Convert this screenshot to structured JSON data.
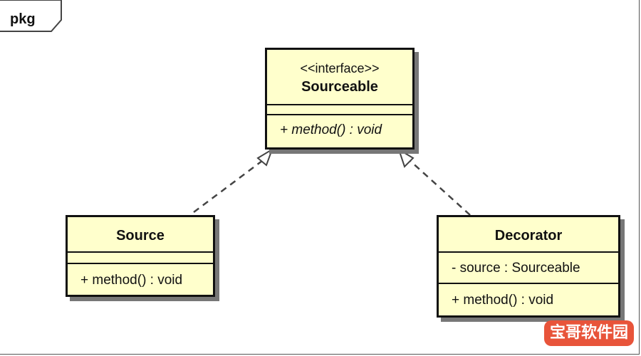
{
  "frame": {
    "label": "pkg"
  },
  "classes": {
    "sourceable": {
      "stereotype": "<<interface>>",
      "name": "Sourceable",
      "operation": "+ method() : void"
    },
    "source": {
      "name": "Source",
      "operation": "+ method() : void"
    },
    "decorator": {
      "name": "Decorator",
      "attribute": "- source : Sourceable",
      "operation": "+ method() : void"
    }
  },
  "relations": [
    {
      "from": "Source",
      "to": "Sourceable",
      "type": "realization"
    },
    {
      "from": "Decorator",
      "to": "Sourceable",
      "type": "realization"
    }
  ],
  "watermark": "宝哥软件园"
}
